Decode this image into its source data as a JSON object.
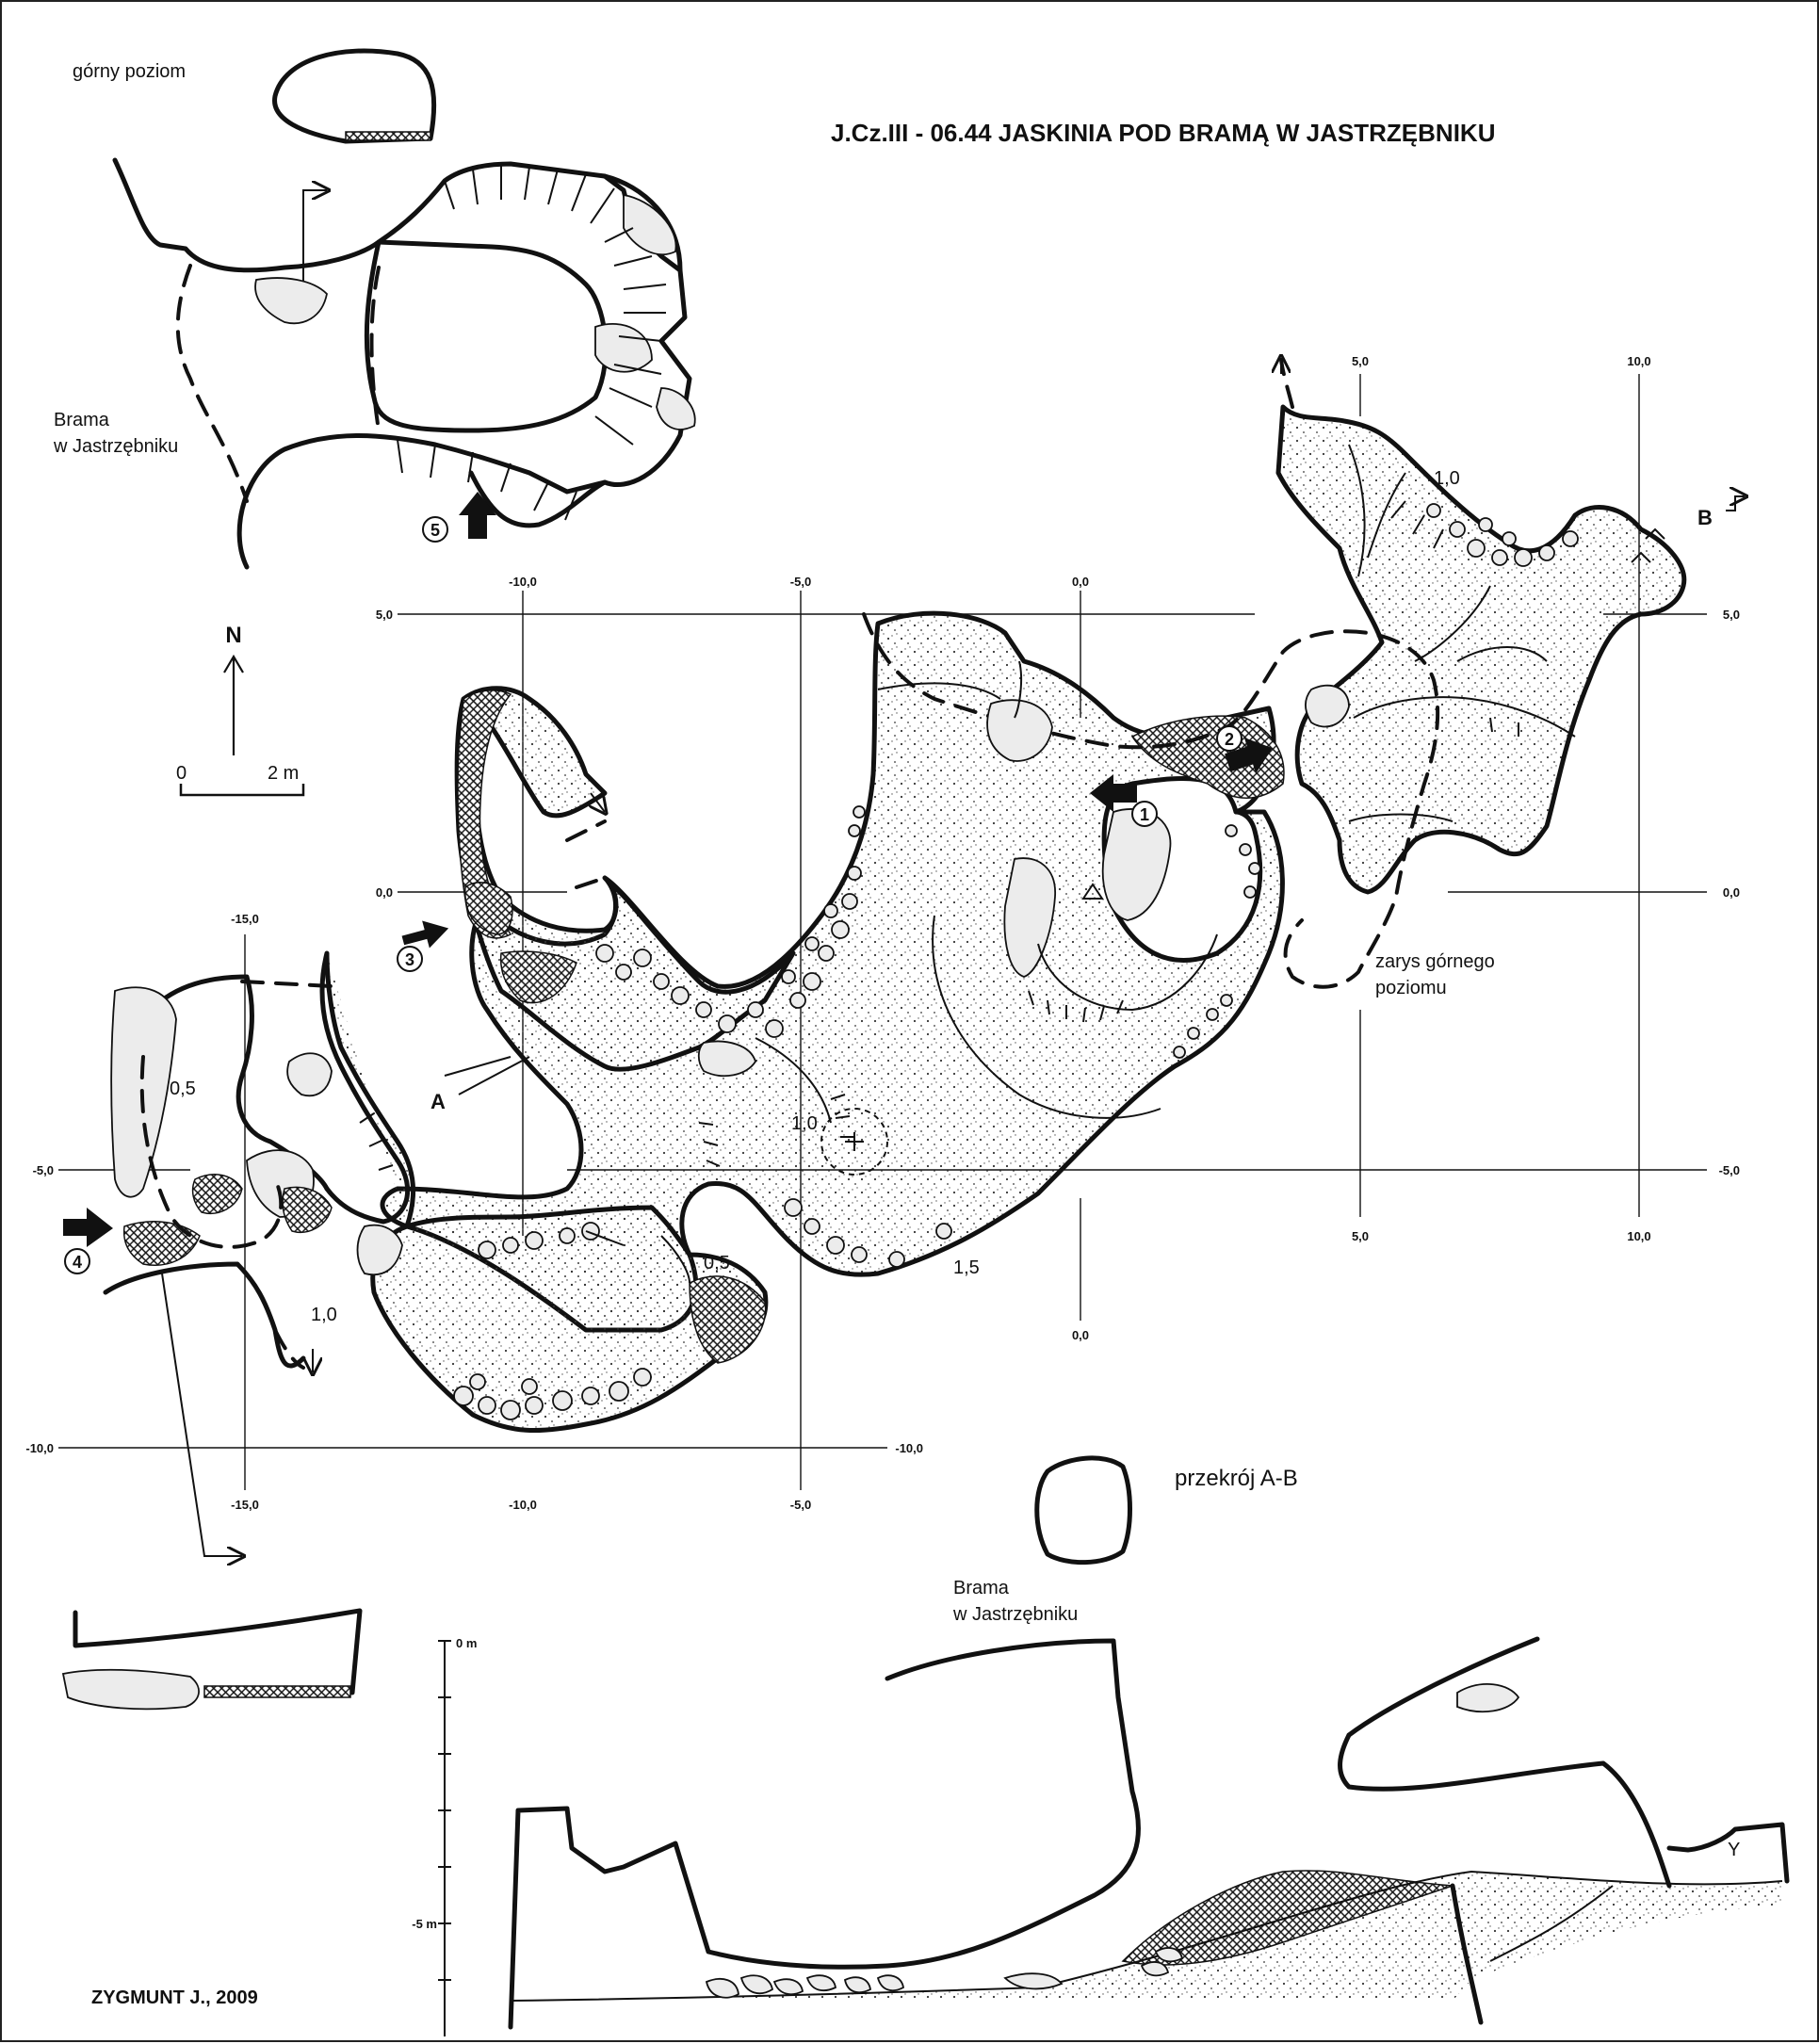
{
  "title": "J.Cz.III - 06.44   JASKINIA POD BRAMĄ W JASTRZĘBNIKU",
  "author": "ZYGMUNT J., 2009",
  "labels": {
    "upper_level": "górny poziom",
    "brama_plan_line1": "Brama",
    "brama_plan_line2": "w Jastrzębniku",
    "upper_outline_line1": "zarys górnego",
    "upper_outline_line2": "poziomu",
    "section_ab": "przekrój A-B",
    "brama_section_line1": "Brama",
    "brama_section_line2": "w Jastrzębniku",
    "north": "N",
    "scale_zero": "0",
    "scale_len": "2 m",
    "section_a": "A",
    "section_b": "B"
  },
  "entrances": [
    "1",
    "2",
    "3",
    "4",
    "5"
  ],
  "depths": {
    "d1": "1,0",
    "d2": "0,5",
    "d3": "1,0",
    "d4": "1,0",
    "d5": "0,5",
    "d6": "1,5"
  },
  "grid": {
    "x_top": [
      "-10,0",
      "-5,0",
      "0,0",
      "5,0",
      "10,0"
    ],
    "x_bottom": [
      "-15,0",
      "-10,0",
      "-5,0",
      "0,0",
      "5,0",
      "10,0"
    ],
    "x_upper_left": "-15,0",
    "y_left": [
      "5,0",
      "0,0",
      "-5,0",
      "-10,0"
    ],
    "y_right": [
      "5,0",
      "0,0",
      "-5,0"
    ],
    "y_mid": "-10,0"
  },
  "profile": {
    "depth_top": "0 m",
    "depth_bottom": "-5 m"
  }
}
